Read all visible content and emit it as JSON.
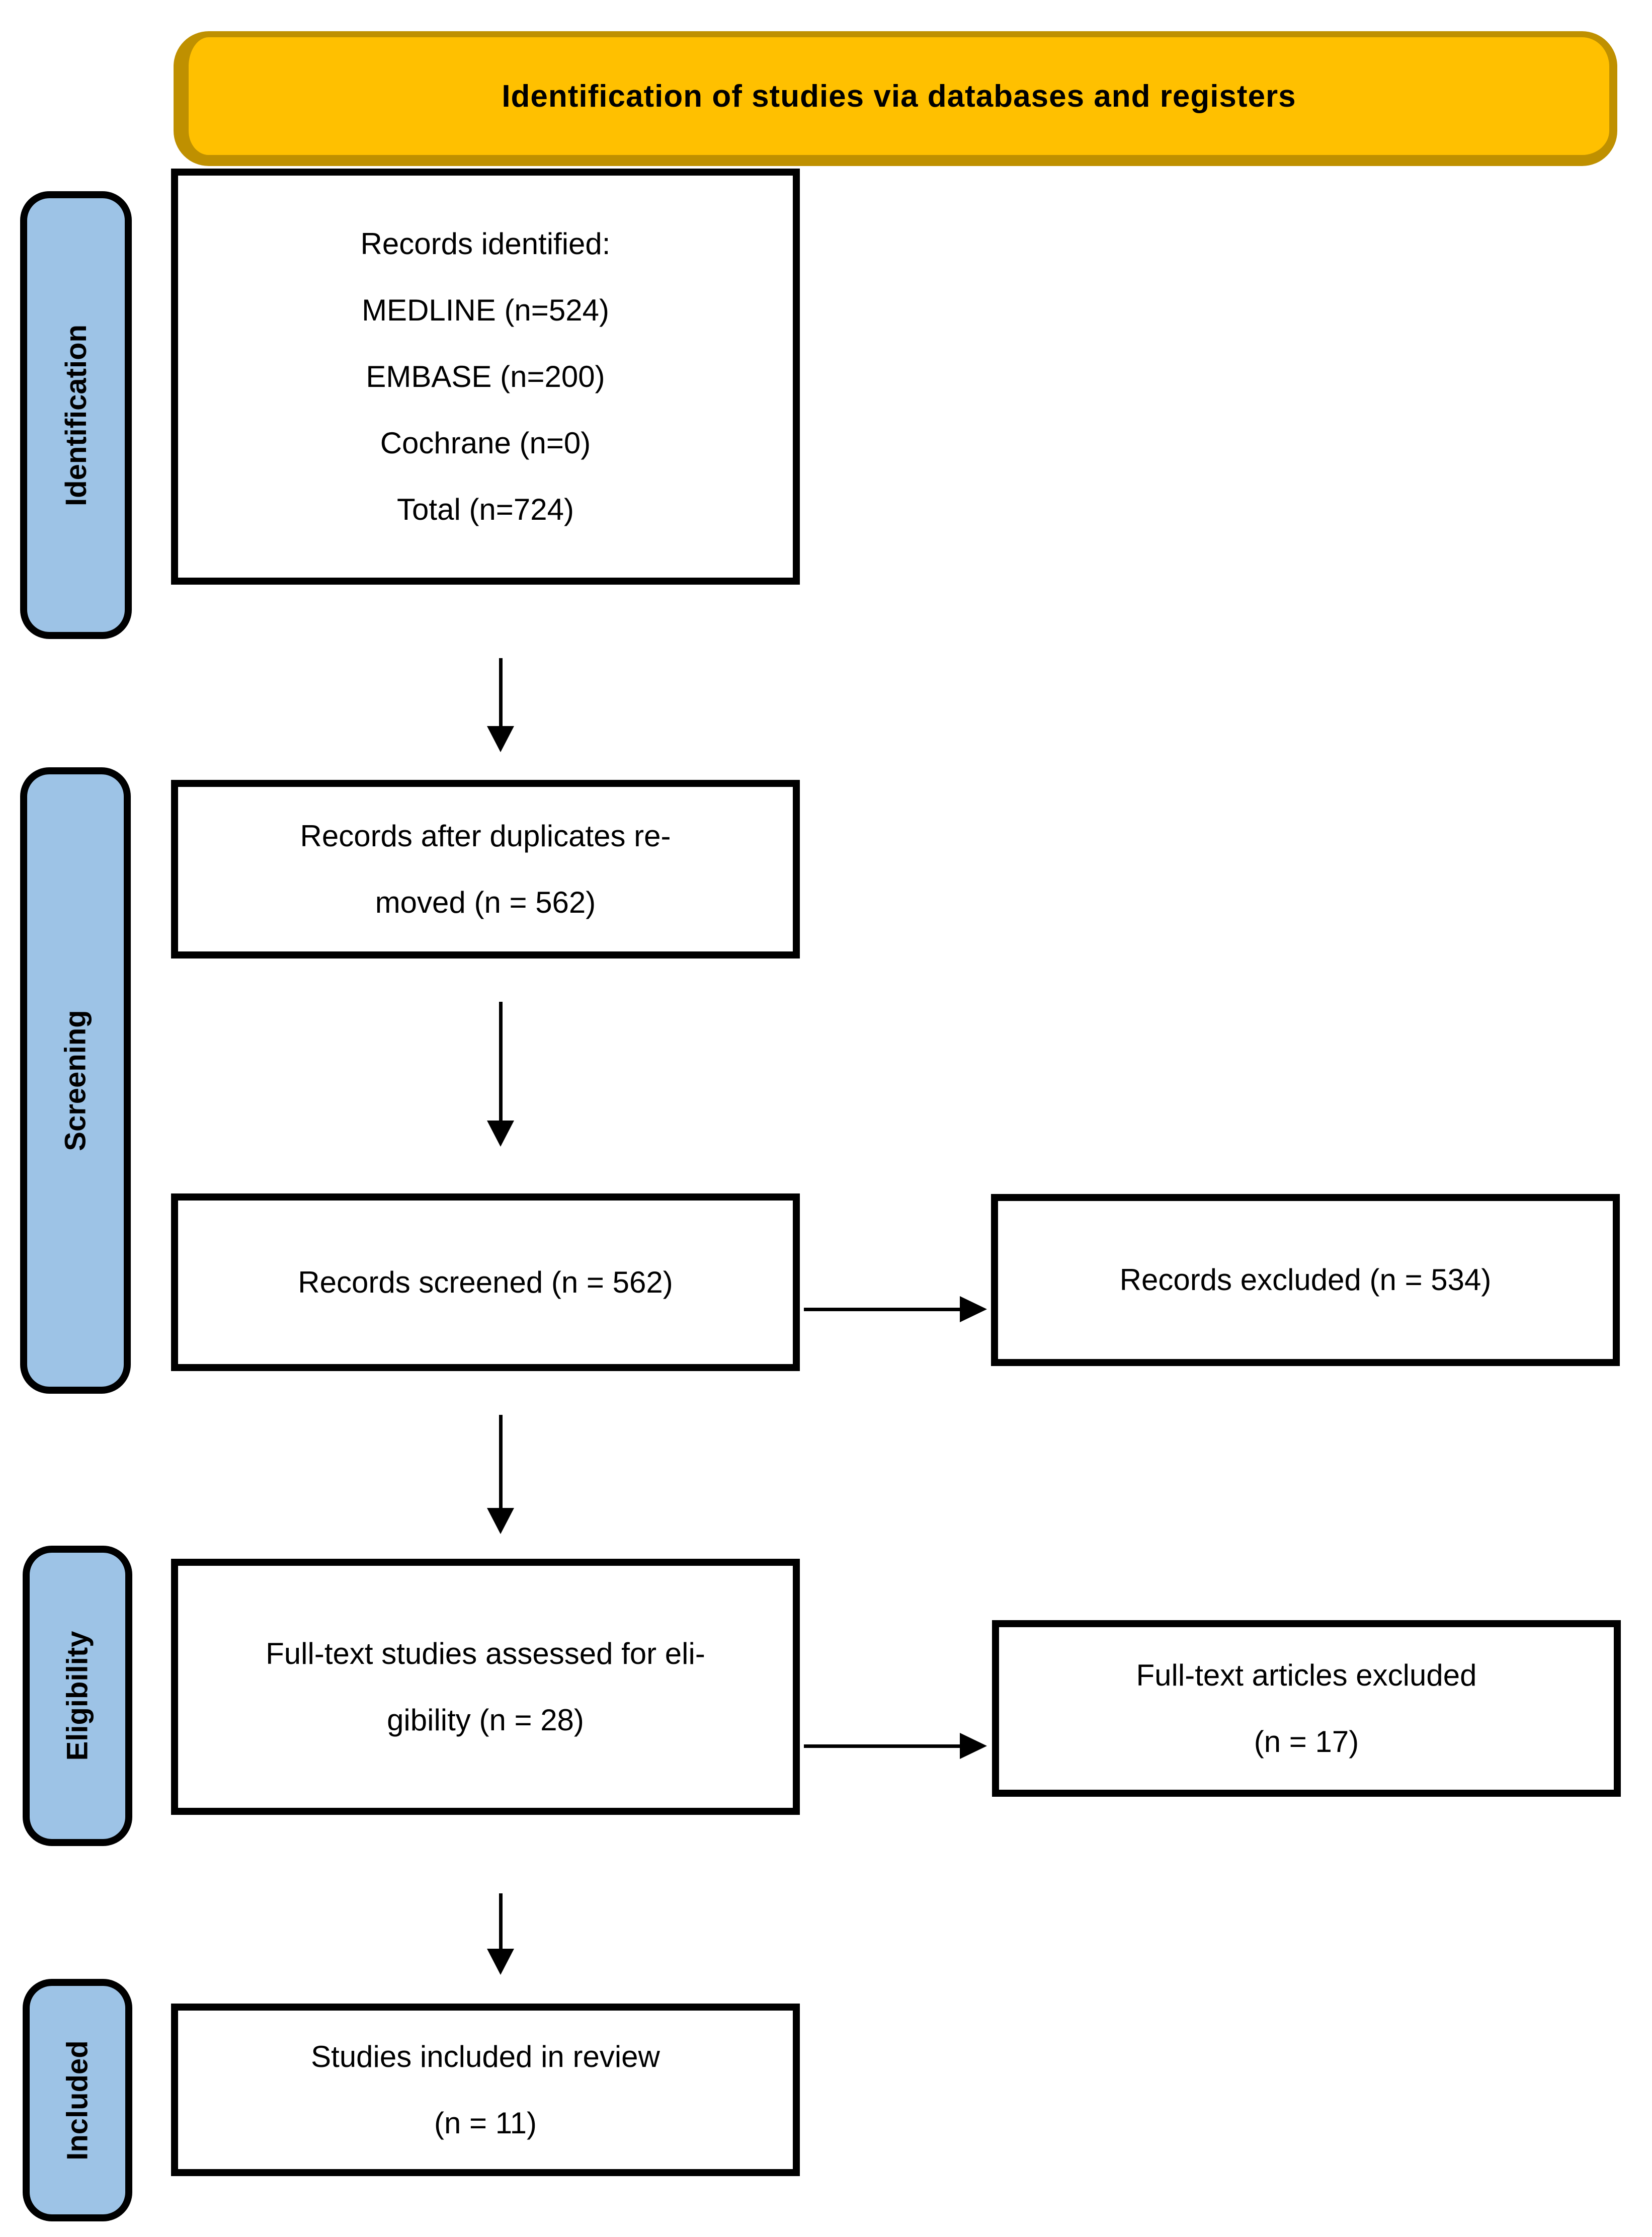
{
  "header": {
    "title": "Identification of studies via databases and registers"
  },
  "colors": {
    "banner_fill": "#FFC000",
    "banner_border": "#BF9000",
    "stage_fill": "#9DC3E6",
    "box_border": "#000000",
    "text": "#000000"
  },
  "sidebar": {
    "items": [
      {
        "id": "identification",
        "label": "Identification"
      },
      {
        "id": "screening",
        "label": "Screening"
      },
      {
        "id": "eligibility",
        "label": "Eligibility"
      },
      {
        "id": "included",
        "label": "Included"
      }
    ]
  },
  "flow": {
    "boxes": [
      {
        "id": "records-identified",
        "lines": [
          "Records identified:",
          "MEDLINE (n=524)",
          "EMBASE (n=200)",
          "Cochrane (n=0)",
          "Total (n=724)"
        ]
      },
      {
        "id": "records-after-duplicates",
        "lines": [
          "Records after duplicates re-",
          "moved (n = 562)"
        ]
      },
      {
        "id": "records-screened",
        "lines": [
          "Records screened (n = 562)"
        ]
      },
      {
        "id": "fulltext-assessed",
        "lines": [
          "Full-text studies assessed for eli-",
          "gibility (n = 28)"
        ]
      },
      {
        "id": "studies-included",
        "lines": [
          "Studies included in review",
          "(n = 11)"
        ]
      }
    ],
    "exclusion_boxes": [
      {
        "id": "records-excluded",
        "lines": [
          "Records excluded (n = 534)"
        ]
      },
      {
        "id": "fulltext-excluded",
        "lines": [
          "Full-text articles excluded",
          "(n = 17)"
        ]
      }
    ]
  }
}
